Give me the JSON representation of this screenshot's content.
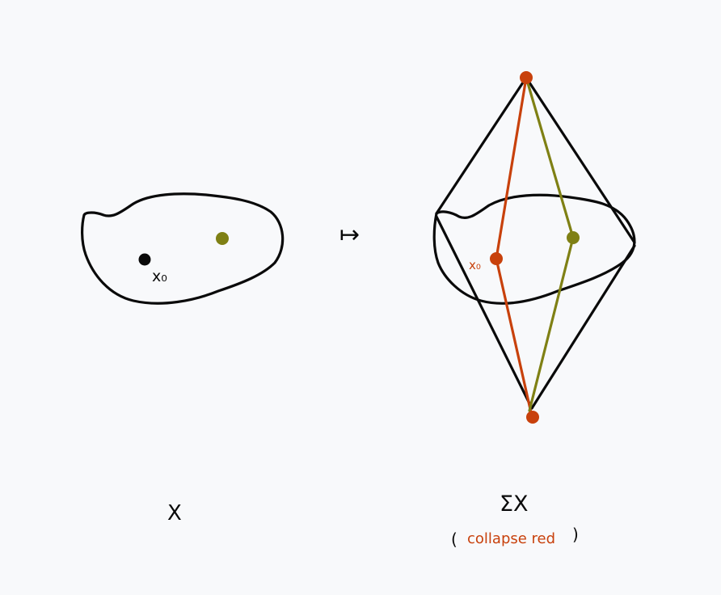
{
  "colors": {
    "background": "#f8f9fb",
    "ink": "#0a0a0a",
    "red": "#c8410c",
    "olive": "#7f8014"
  },
  "left": {
    "basepoint_label": "x₀",
    "space_label": "X"
  },
  "arrow_symbol": "↦",
  "right": {
    "basepoint_label": "x₀",
    "space_label": "ΣX",
    "note_open": "(",
    "note_text": "collapse red",
    "note_close": ")"
  }
}
